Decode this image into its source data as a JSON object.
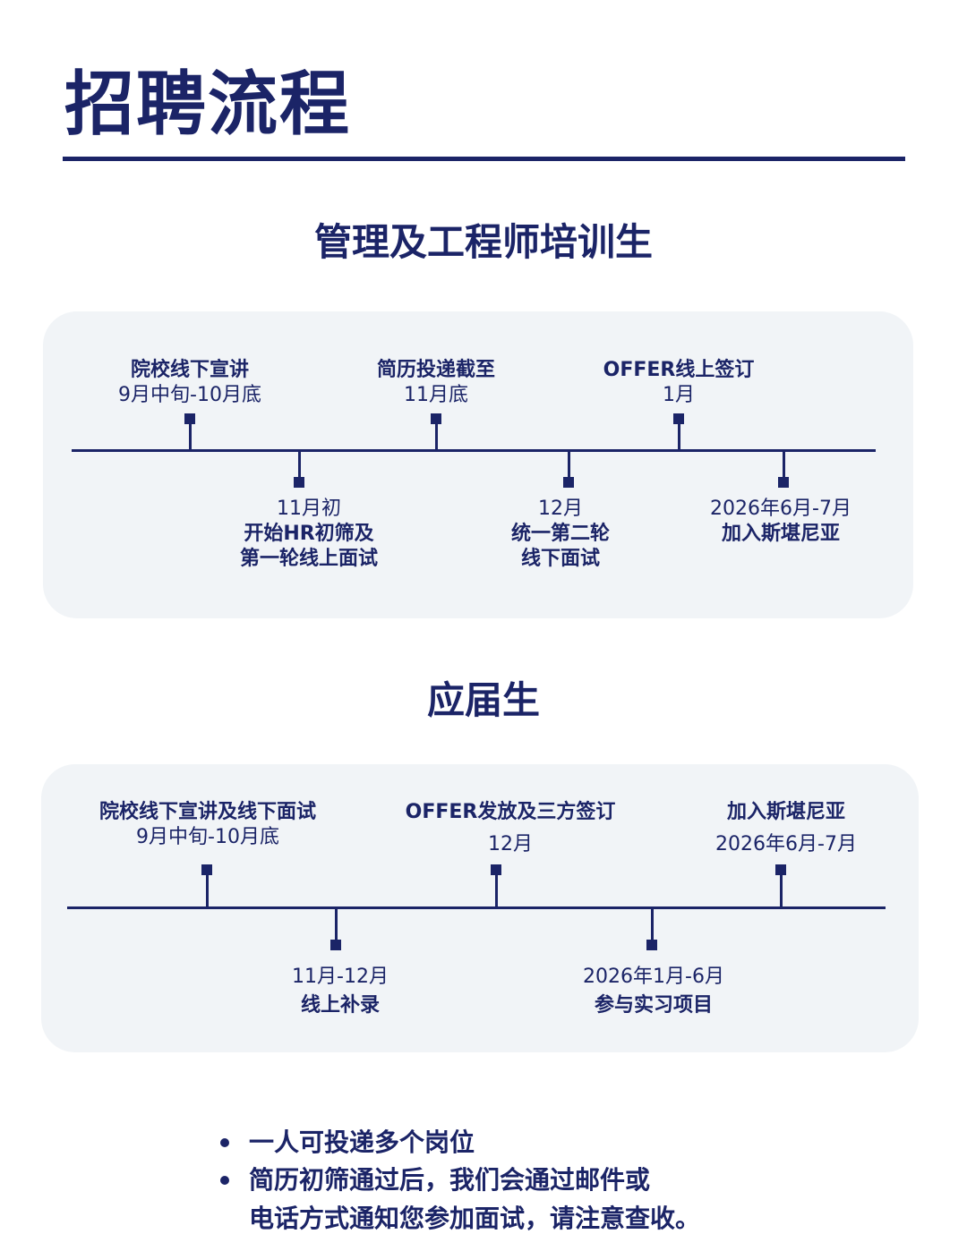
{
  "page": {
    "title": "招聘流程"
  },
  "trainee": {
    "heading": "管理及工程师培训生",
    "top_events": [
      {
        "name": "院校线下宣讲",
        "date": "9月中旬-10月底"
      },
      {
        "name": "简历投递截至",
        "date": "11月底"
      },
      {
        "name": "OFFER线上签订",
        "date": "1月"
      }
    ],
    "bottom_events": [
      {
        "date": "11月初",
        "name_line1": "开始HR初筛及",
        "name_line2": "第一轮线上面试"
      },
      {
        "date": "12月",
        "name_line1": "统一第二轮",
        "name_line2": "线下面试"
      },
      {
        "date": "2026年6月-7月",
        "name_line1": "加入斯堪尼亚"
      }
    ]
  },
  "graduate": {
    "heading": "应届生",
    "top_events": [
      {
        "name": "院校线下宣讲及线下面试",
        "date": "9月中旬-10月底"
      },
      {
        "name": "OFFER发放及三方签订",
        "date": "12月"
      },
      {
        "name": "加入斯堪尼亚",
        "date": "2026年6月-7月"
      }
    ],
    "bottom_events": [
      {
        "date": "11月-12月",
        "name": "线上补录"
      },
      {
        "date": "2026年1月-6月",
        "name": "参与实习项目"
      }
    ]
  },
  "notes": [
    {
      "line1": "一人可投递多个岗位"
    },
    {
      "line1": "简历初筛通过后，我们会通过邮件或",
      "line2": "电话方式通知您参加面试，请注意查收。"
    }
  ],
  "colors": {
    "navy": "#1b2467",
    "panel": "#f1f4f7",
    "background": "#ffffff"
  }
}
